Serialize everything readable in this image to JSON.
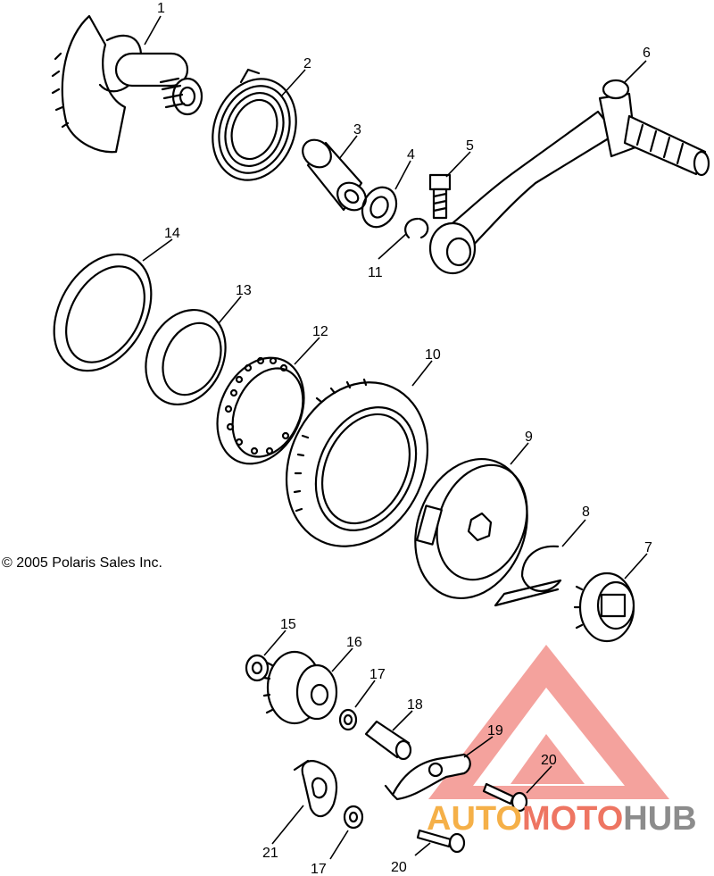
{
  "copyright": "© 2005 Polaris Sales Inc.",
  "watermark": {
    "part1": "AUTO",
    "part2": "MOTO",
    "part3": "HUB",
    "colors": {
      "auto": "#f5b048",
      "moto": "#ee7562",
      "hub": "#8c8c8c",
      "logo": "#f07a74"
    }
  },
  "callouts": {
    "c1": "1",
    "c2": "2",
    "c3": "3",
    "c4": "4",
    "c5": "5",
    "c6": "6",
    "c7": "7",
    "c8": "8",
    "c9": "9",
    "c10": "10",
    "c11": "11",
    "c12": "12",
    "c13": "13",
    "c14": "14",
    "c15": "15",
    "c16": "16",
    "c17a": "17",
    "c17b": "17",
    "c18": "18",
    "c19": "19",
    "c20a": "20",
    "c20b": "20",
    "c21": "21"
  }
}
